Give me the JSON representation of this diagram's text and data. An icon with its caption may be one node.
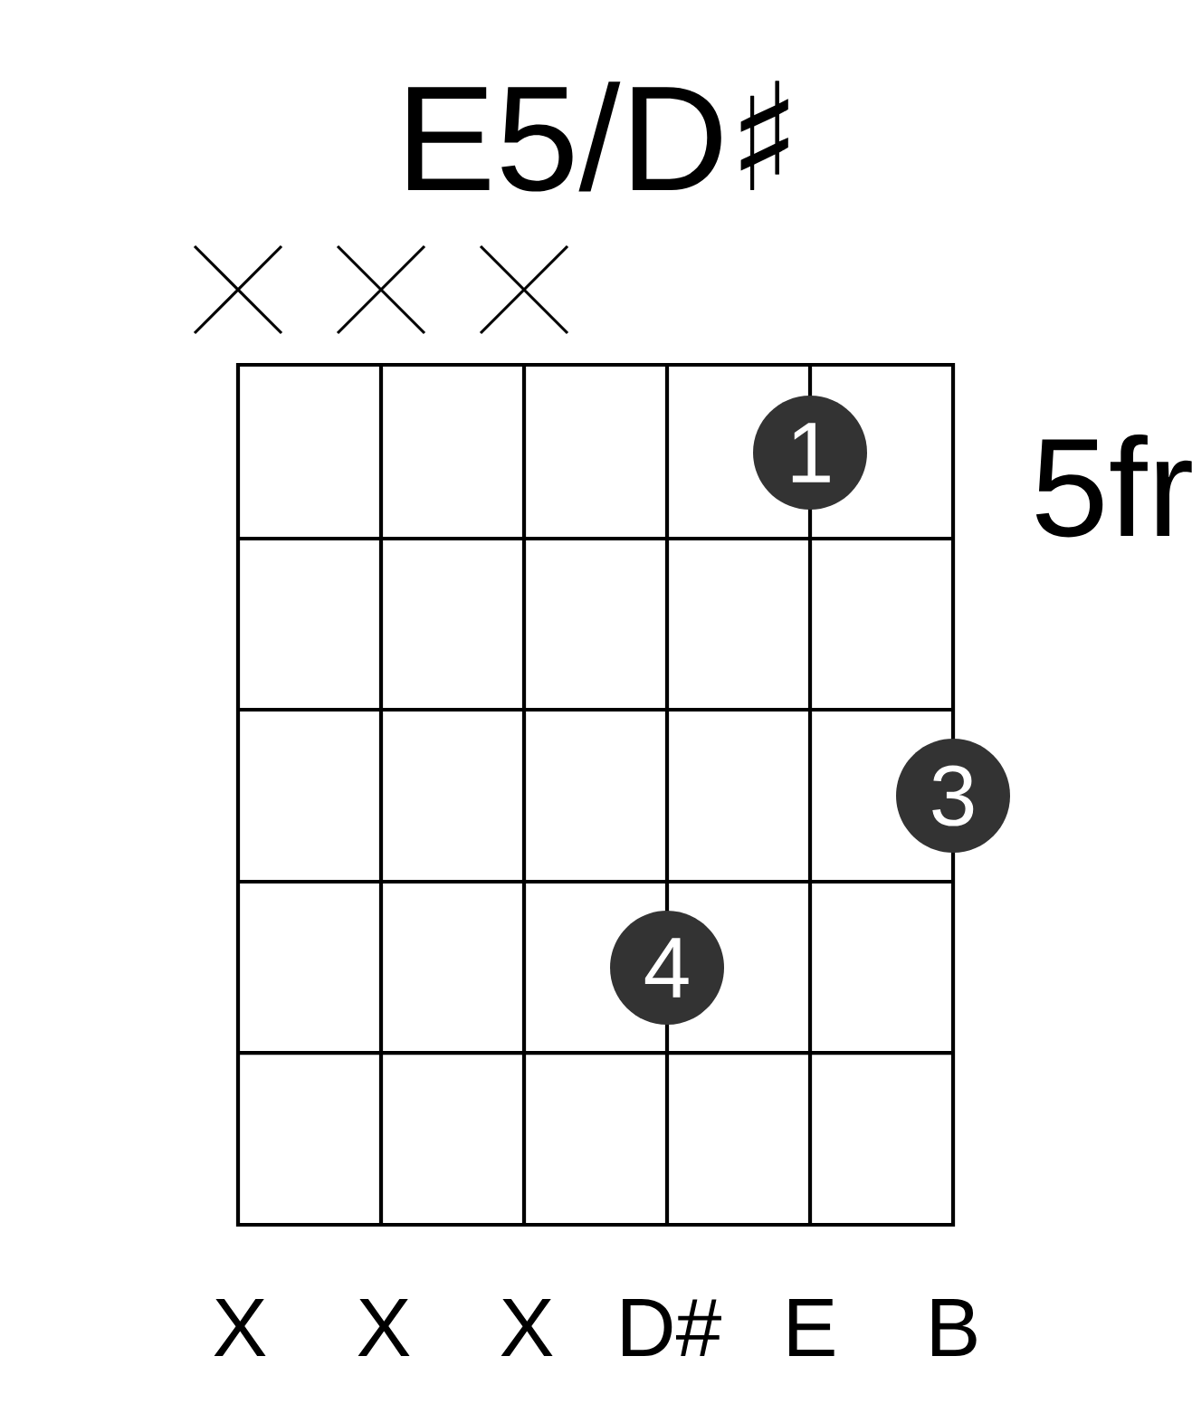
{
  "diagram": {
    "title": "E5/D♯",
    "nodes": [
      {
        "text": [
          "1"
        ]
      },
      {
        "text": [
          "3"
        ]
      },
      {
        "text": [
          "4"
        ]
      }
    ],
    "labels": [
      "5fr",
      "X",
      "X",
      "X",
      "D#",
      "E",
      "B"
    ]
  }
}
